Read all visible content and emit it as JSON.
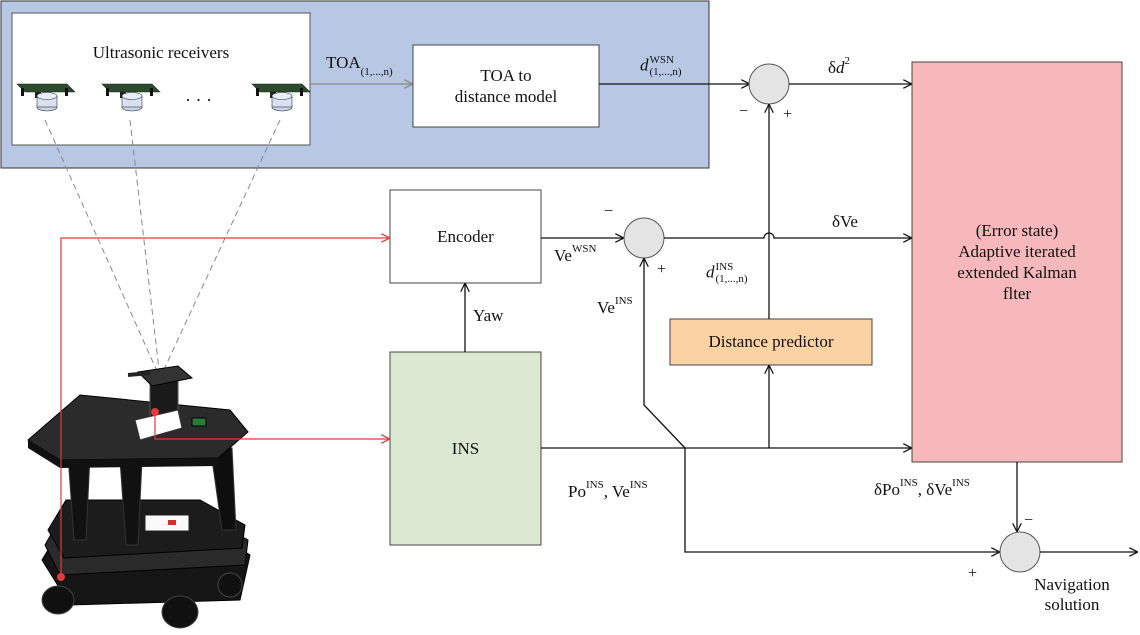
{
  "wsn": {
    "receivers_label": "Ultrasonic receivers",
    "ellipsis": "· · ·",
    "toa": {
      "base": "TOA",
      "sub": "(1,...,n)"
    }
  },
  "toa_model": {
    "line1": "TOA to",
    "line2": "distance model"
  },
  "d_wsn": {
    "base": "d",
    "sup": "WSN",
    "sub": "(1,...,n)"
  },
  "delta_d2": {
    "prefix": "δ",
    "base": "d",
    "sup": "2"
  },
  "encoder": {
    "label": "Encoder"
  },
  "ve_wsn": {
    "base": "Ve",
    "sup": "WSN"
  },
  "delta_ve": "δVe",
  "d_ins": {
    "base": "d",
    "sup": "INS",
    "sub": "(1,...,n)"
  },
  "ve_ins": {
    "base": "Ve",
    "sup": "INS"
  },
  "yaw": "Yaw",
  "distance_predictor": {
    "label": "Distance predictor"
  },
  "ins": {
    "label": "INS"
  },
  "po_ve_ins": {
    "po": "Po",
    "po_sup": "INS",
    "sep": ", ",
    "ve": "Ve",
    "ve_sup": "INS"
  },
  "kalman": {
    "line1": "(Error state)",
    "line2": "Adaptive iterated",
    "line3": "extended Kalman",
    "line4": "flter"
  },
  "delta_po_ve": {
    "po": "δPo",
    "po_sup": "INS",
    "sep": ", ",
    "ve": "δVe",
    "ve_sup": "INS"
  },
  "navigation": {
    "line1": "Navigation",
    "line2": "solution"
  },
  "signs": {
    "minus": "−",
    "plus": "+"
  },
  "colors": {
    "wsn_panel": "#b8c8e4",
    "ins_box": "#dbe9d3",
    "predictor_box": "#fbd2a3",
    "kalman_box": "#f7b8bc",
    "sum_circle": "#e4e4e4",
    "sensor_link": "#e23a3a"
  }
}
